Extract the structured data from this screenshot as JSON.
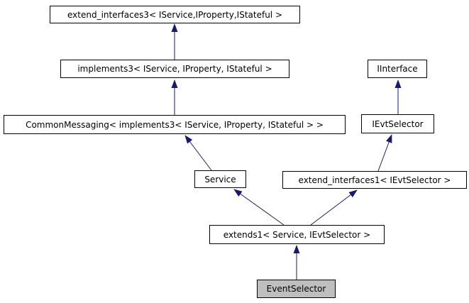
{
  "diagram": {
    "type": "class-inheritance-graph",
    "nodes": [
      {
        "id": "extend_interfaces3",
        "label": "extend_interfaces3< IService,IProperty,IStateful >",
        "current": false
      },
      {
        "id": "implements3",
        "label": "implements3< IService, IProperty, IStateful >",
        "current": false
      },
      {
        "id": "IInterface",
        "label": "IInterface",
        "current": false
      },
      {
        "id": "CommonMessaging",
        "label": "CommonMessaging< implements3< IService, IProperty, IStateful > >",
        "current": false
      },
      {
        "id": "IEvtSelector",
        "label": "IEvtSelector",
        "current": false
      },
      {
        "id": "Service",
        "label": "Service",
        "current": false
      },
      {
        "id": "extend_interfaces1",
        "label": "extend_interfaces1< IEvtSelector >",
        "current": false
      },
      {
        "id": "extends1",
        "label": "extends1< Service, IEvtSelector >",
        "current": false
      },
      {
        "id": "EventSelector",
        "label": "EventSelector",
        "current": true
      }
    ],
    "edges": [
      {
        "from": "implements3",
        "to": "extend_interfaces3"
      },
      {
        "from": "CommonMessaging",
        "to": "implements3"
      },
      {
        "from": "Service",
        "to": "CommonMessaging"
      },
      {
        "from": "IEvtSelector",
        "to": "IInterface"
      },
      {
        "from": "extend_interfaces1",
        "to": "IEvtSelector"
      },
      {
        "from": "extends1",
        "to": "Service"
      },
      {
        "from": "extends1",
        "to": "extend_interfaces1"
      },
      {
        "from": "EventSelector",
        "to": "extends1"
      }
    ],
    "colors": {
      "edge": "#191970",
      "node_border": "#000000",
      "node_fill": "#ffffff",
      "current_node_fill": "#bfbfbf",
      "text": "#000000",
      "background": "#ffffff"
    }
  }
}
